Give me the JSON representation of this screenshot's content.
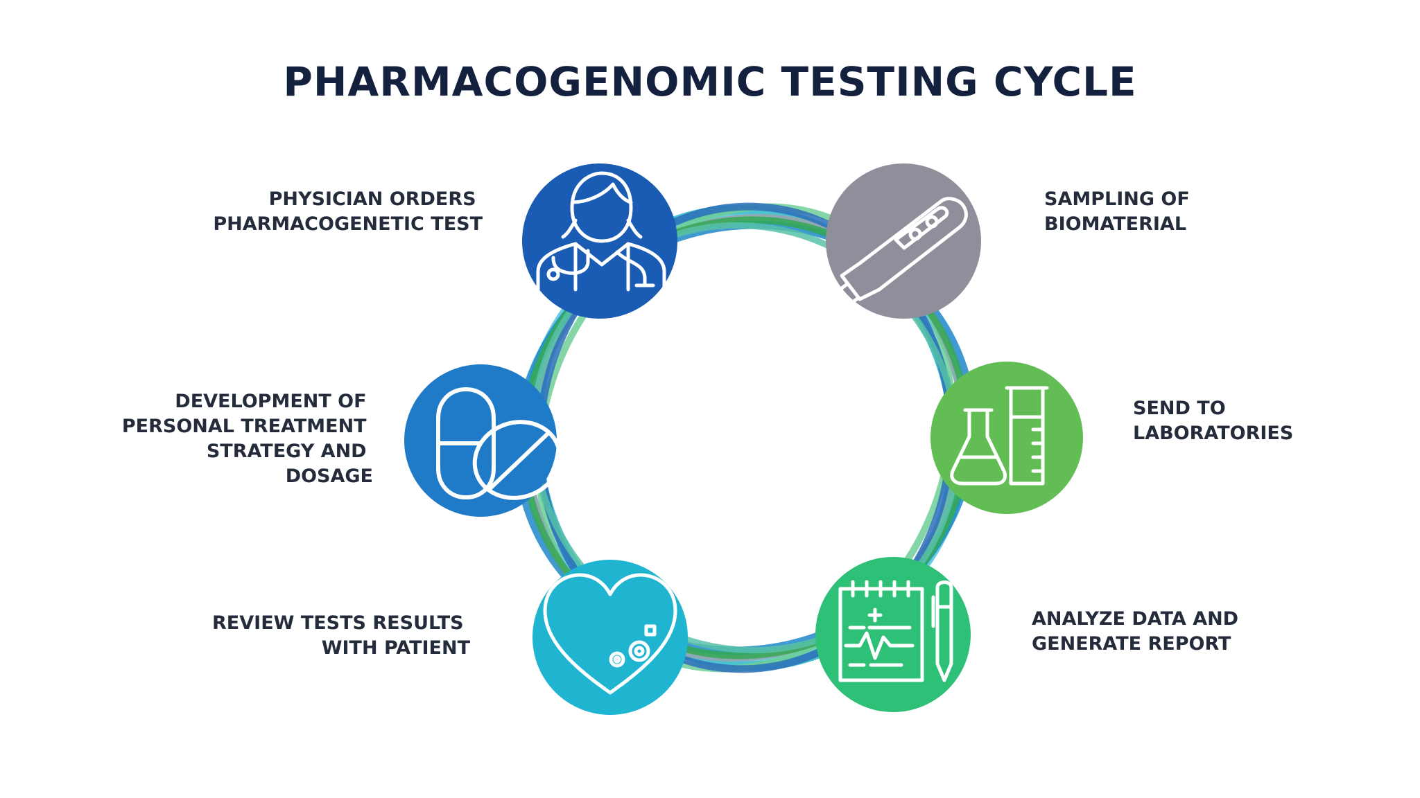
{
  "title": "PHARMACOGENOMIC TESTING CYCLE",
  "colors": {
    "title": "#13213f",
    "label": "#242b3a",
    "step1": "#1a5bb3",
    "step2": "#8e8f9a",
    "step3": "#62bd55",
    "step4": "#2fc078",
    "step5": "#1fb5d1",
    "step6": "#1f7bc8",
    "ring_colors": [
      "#2ab7c7",
      "#4fc3d8",
      "#6fcf97",
      "#1e88c9",
      "#9aa3b0",
      "#35a852",
      "#2c6fb8",
      "#57c1a7"
    ]
  },
  "steps": [
    {
      "icon": "doctor-icon",
      "lines": [
        "PHYSICIAN ORDERS",
        "PHARMACOGENETIC TEST"
      ]
    },
    {
      "icon": "test-kit-icon",
      "lines": [
        "SAMPLING OF",
        "BIOMATERIAL"
      ]
    },
    {
      "icon": "lab-flask-icon",
      "lines": [
        "SEND TO",
        "LABORATORIES"
      ]
    },
    {
      "icon": "report-pen-icon",
      "lines": [
        "ANALYZE DATA AND",
        "GENERATE REPORT"
      ]
    },
    {
      "icon": "heart-gears-icon",
      "lines": [
        "REVIEW TESTS RESULTS",
        "WITH PATIENT"
      ]
    },
    {
      "icon": "pills-icon",
      "lines": [
        "DEVELOPMENT OF",
        "PERSONAL TREATMENT",
        "STRATEGY AND",
        "DOSAGE"
      ]
    }
  ]
}
